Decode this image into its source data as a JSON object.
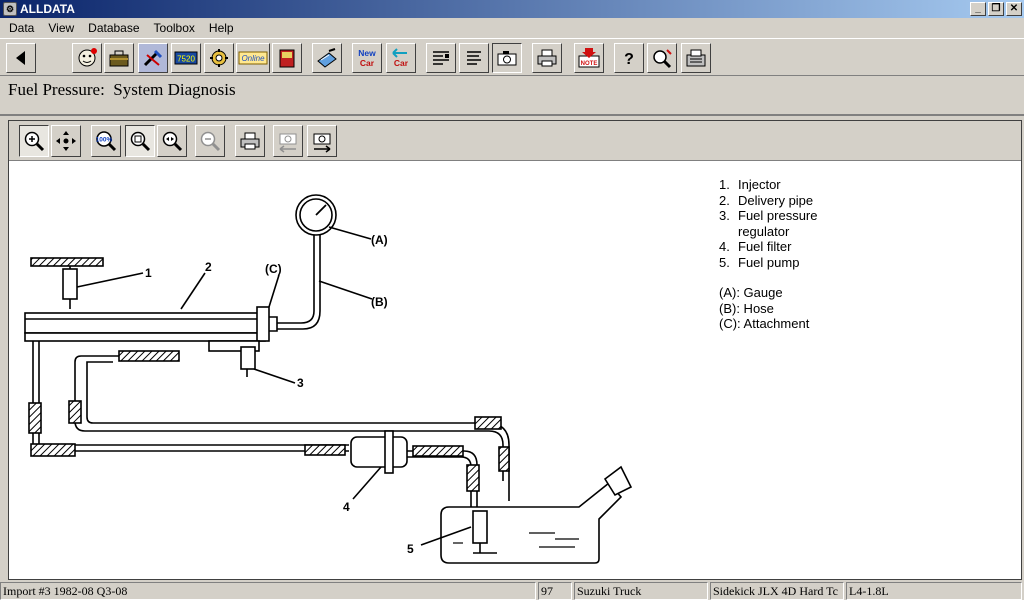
{
  "window": {
    "title": "ALLDATA"
  },
  "menu": {
    "items": [
      "Data",
      "View",
      "Database",
      "Toolbox",
      "Help"
    ]
  },
  "toolbar": {
    "buttons": [
      {
        "name": "back-button",
        "icon": "back-arrow-icon"
      },
      {
        "name": "face-button",
        "icon": "face-icon"
      },
      {
        "name": "toolbox-button",
        "icon": "toolbox-icon"
      },
      {
        "name": "tools-button",
        "icon": "tools-icon"
      },
      {
        "name": "gauge-button",
        "icon": "gauge-icon"
      },
      {
        "name": "settings-button",
        "icon": "gear-icon"
      },
      {
        "name": "online-button",
        "icon": "online-icon"
      },
      {
        "name": "book-button",
        "icon": "book-icon"
      },
      {
        "name": "notepad-button",
        "icon": "notepad-icon"
      },
      {
        "name": "new-car-button",
        "icon": "new-car-icon",
        "label": "New Car"
      },
      {
        "name": "prev-car-button",
        "icon": "prev-car-icon",
        "label": "Car"
      },
      {
        "name": "list-button",
        "icon": "list-icon"
      },
      {
        "name": "text-button",
        "icon": "text-icon"
      },
      {
        "name": "camera-button",
        "icon": "camera-icon"
      },
      {
        "name": "print-button",
        "icon": "printer-icon"
      },
      {
        "name": "note-button",
        "icon": "note-icon",
        "label": "NOTE"
      },
      {
        "name": "help-button",
        "icon": "question-icon",
        "label": "?"
      },
      {
        "name": "search-button",
        "icon": "magnifier-icon"
      },
      {
        "name": "fax-button",
        "icon": "fax-icon",
        "label": "FAX"
      }
    ],
    "new_label": "New",
    "car_label": "Car",
    "online_label": "Online",
    "note_label": "NOTE",
    "gauge_label": "7520",
    "help_label": "?"
  },
  "header": {
    "title": "Fuel Pressure:  System Diagnosis"
  },
  "viewer_toolbar": {
    "zoom_label": "100%"
  },
  "diagram": {
    "labels": {
      "l1": "1",
      "l2": "2",
      "l3": "3",
      "l4": "4",
      "l5": "5",
      "lA": "(A)",
      "lB": "(B)",
      "lC": "(C)"
    },
    "legend": {
      "parts": [
        {
          "num": "1.",
          "text": "Injector"
        },
        {
          "num": "2.",
          "text": "Delivery pipe"
        },
        {
          "num": "3.",
          "text": "Fuel pressure"
        },
        {
          "num": "",
          "text": "regulator"
        },
        {
          "num": "4.",
          "text": "Fuel filter"
        },
        {
          "num": "5.",
          "text": "Fuel pump"
        }
      ],
      "letters": [
        {
          "text": "(A): Gauge"
        },
        {
          "text": "(B): Hose"
        },
        {
          "text": "(C): Attachment"
        }
      ]
    }
  },
  "status": {
    "source": "Import #3 1982-08 Q3-08",
    "year": "97",
    "make": "Suzuki Truck",
    "model": "Sidekick JLX 4D Hard Tc",
    "engine": "L4-1.8L"
  }
}
